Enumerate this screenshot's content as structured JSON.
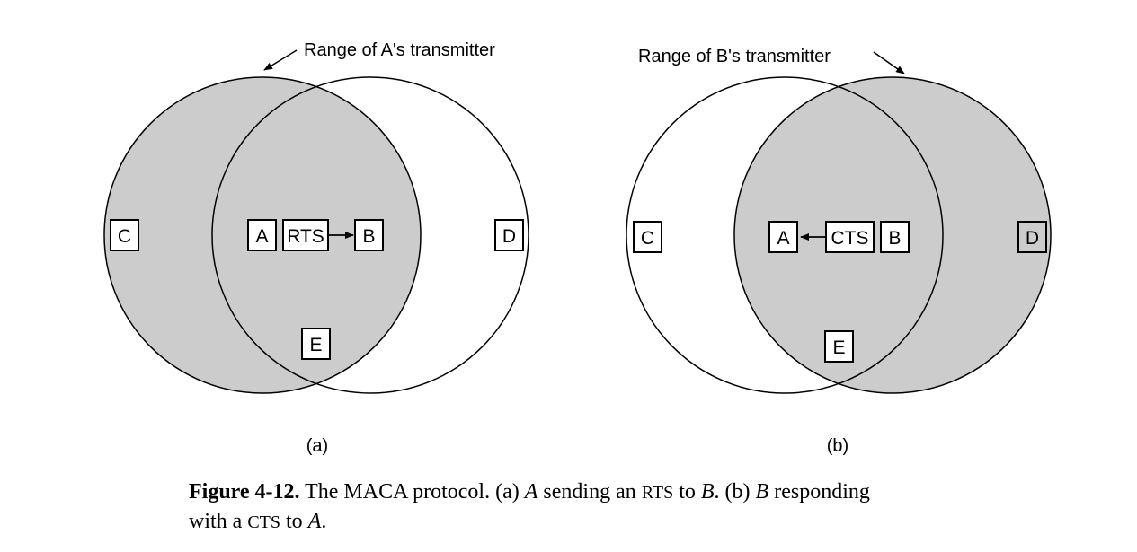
{
  "panel_a": {
    "range_label": "Range of A's transmitter",
    "nodes": {
      "C": "C",
      "A": "A",
      "B": "B",
      "D": "D",
      "E": "E"
    },
    "message": "RTS",
    "sublabel": "(a)"
  },
  "panel_b": {
    "range_label": "Range of B's transmitter",
    "nodes": {
      "C": "C",
      "A": "A",
      "B": "B",
      "D": "D",
      "E": "E"
    },
    "message": "CTS",
    "sublabel": "(b)"
  },
  "caption": {
    "number": "Figure 4-12.",
    "t1": " The MACA protocol. (a) ",
    "a1": "A",
    "t2": " sending an ",
    "rts": "RTS",
    "t3": " to ",
    "b1": "B",
    "t4": ".  (b) ",
    "b2": "B",
    "t5": " responding",
    "t6": "with a ",
    "cts": "CTS",
    "t7": " to ",
    "a2": "A",
    "t8": "."
  },
  "colors": {
    "shaded": "#cccccc",
    "stroke": "#000000",
    "background": "#ffffff"
  }
}
